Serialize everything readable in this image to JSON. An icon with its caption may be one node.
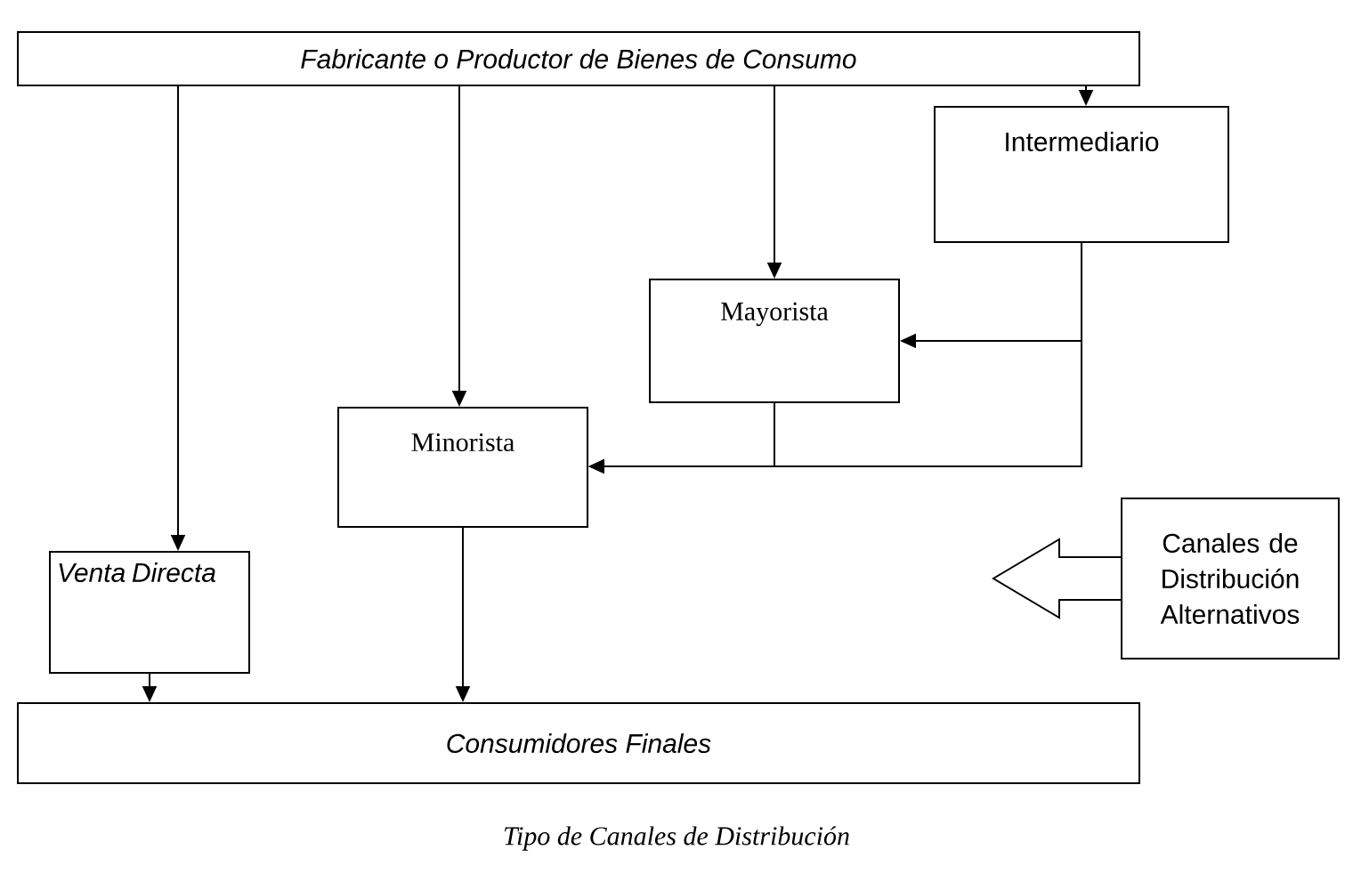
{
  "diagram": {
    "caption": "Tipo de Canales de Distribución",
    "nodes": [
      {
        "text": [
          "Fabricante o Productor de Bienes de Consumo"
        ]
      },
      {
        "text": [
          "Intermediario"
        ]
      },
      {
        "text": [
          "Mayorista"
        ]
      },
      {
        "text": [
          "Minorista"
        ]
      },
      {
        "text": [
          "Venta Directa"
        ]
      },
      {
        "text": [
          "Consumidores Finales"
        ]
      },
      {
        "text": [
          "Canales de Distribución Alternativos"
        ]
      }
    ],
    "edges": [
      {
        "from": 0,
        "to": 4,
        "arrow": "to"
      },
      {
        "from": 0,
        "to": 3,
        "arrow": "to"
      },
      {
        "from": 0,
        "to": 2,
        "arrow": "to"
      },
      {
        "from": 0,
        "to": 1,
        "arrow": "to"
      },
      {
        "from": 1,
        "to": 2,
        "arrow": "to"
      },
      {
        "from": 1,
        "to": 3,
        "arrow": "to"
      },
      {
        "from": 2,
        "to": 3,
        "arrow": "to"
      },
      {
        "from": 3,
        "to": 5,
        "arrow": "to"
      },
      {
        "from": 4,
        "to": 5,
        "arrow": "to"
      }
    ]
  }
}
